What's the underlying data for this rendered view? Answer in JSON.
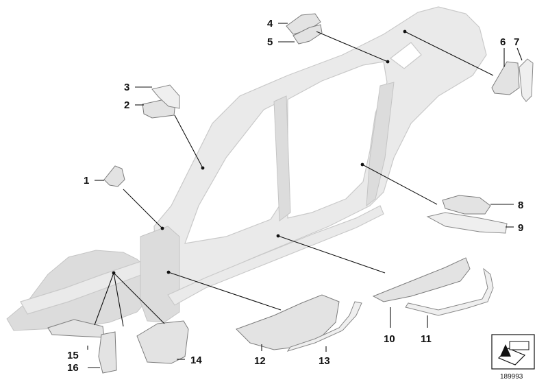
{
  "diagram": {
    "callouts": [
      "1",
      "2",
      "3",
      "4",
      "5",
      "6",
      "7",
      "8",
      "9",
      "10",
      "11",
      "12",
      "13",
      "14",
      "15",
      "16"
    ],
    "document_number": "189993",
    "badge_icon": "arrow-sheet-icon"
  }
}
